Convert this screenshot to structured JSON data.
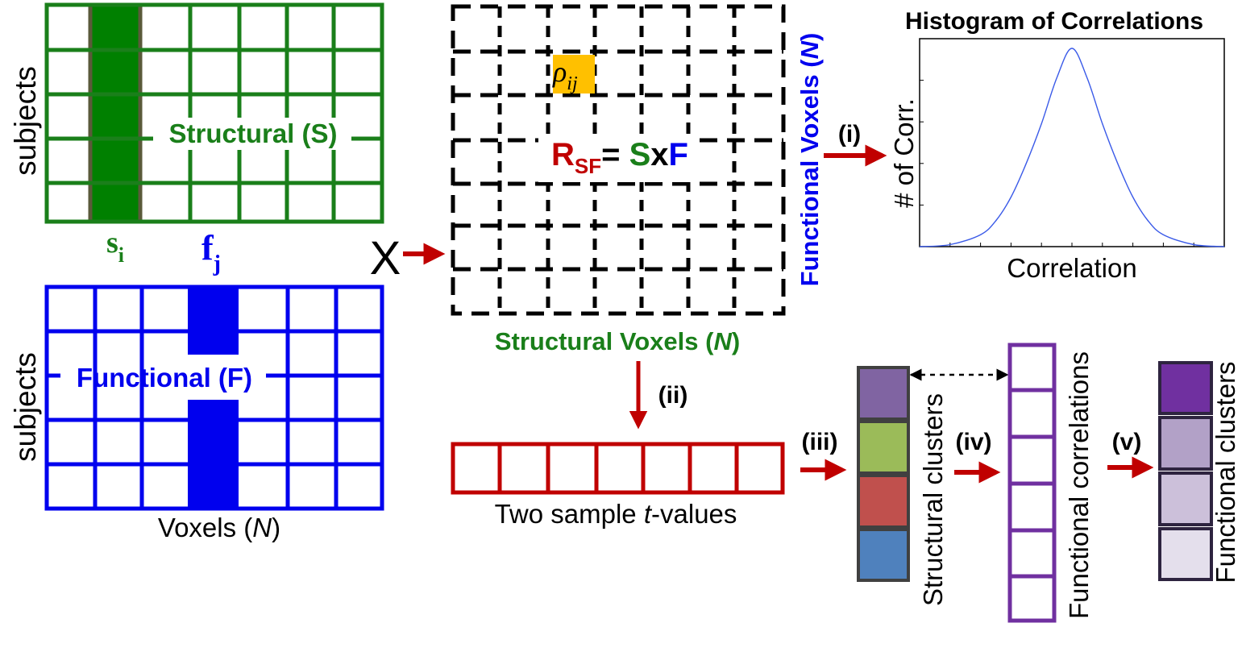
{
  "colors": {
    "structural_green": "#1a7f1a",
    "functional_blue": "#0000ee",
    "arrow_red": "#c00000",
    "rho_highlight": "#ffc000",
    "tvalue_red": "#c00000",
    "purple": "#7030a0",
    "cluster_gray_border": "#404040",
    "struct_clusters": [
      "#8064a2",
      "#9bbb59",
      "#c0504d",
      "#4f81bd"
    ],
    "func_clusters": [
      "#7030a0",
      "#b2a1c7",
      "#ccc0da",
      "#e4dfec"
    ]
  },
  "labels": {
    "subjects_top": "subjects",
    "subjects_bottom": "subjects",
    "structural_matrix": "Structural (S)",
    "functional_matrix": "Functional (F)",
    "s_i_main": "s",
    "s_i_sub": "i",
    "f_j_main": "f",
    "f_j_sub": "j",
    "voxels_prefix": "Voxels (",
    "voxels_n": "N",
    "voxels_suffix": ")",
    "multiply_x": "X",
    "rho_main": "ρ",
    "rho_sub": "ij",
    "eq_R": "R",
    "eq_SF": "SF",
    "eq_equals": "= ",
    "eq_S": "S",
    "eq_x": "x",
    "eq_F": "F",
    "functional_voxels_prefix": "Functional Voxels (",
    "functional_voxels_n": "N",
    "functional_voxels_suffix": ")",
    "structural_voxels_prefix": "Structural Voxels (",
    "structural_voxels_n": "N",
    "structural_voxels_suffix": ")",
    "step_i": "(i)",
    "step_ii": "(ii)",
    "step_iii": "(iii)",
    "step_iv": "(iv)",
    "step_v": "(v)",
    "histogram_title": "Histogram of Correlations",
    "histogram_ylabel": "# of Corr.",
    "histogram_xlabel": "Correlation",
    "tvalues_prefix": "Two sample ",
    "tvalues_t": "t",
    "tvalues_suffix": "-values",
    "structural_clusters": "Structural clusters",
    "functional_correlations": "Functional correlations",
    "functional_clusters": "Functional  clusters"
  },
  "chart_data": {
    "type": "line",
    "title": "Histogram of Correlations",
    "xlabel": "Correlation",
    "ylabel": "# of Corr.",
    "shape": "bell-shaped (approximately normal) curve peaking at center",
    "x": [
      -1.0,
      -0.8,
      -0.6,
      -0.5,
      -0.4,
      -0.3,
      -0.2,
      -0.1,
      0.0,
      0.1,
      0.2,
      0.3,
      0.4,
      0.5,
      0.6,
      0.8,
      1.0
    ],
    "y": [
      0.0,
      0.01,
      0.06,
      0.13,
      0.25,
      0.42,
      0.62,
      0.85,
      1.0,
      0.85,
      0.62,
      0.42,
      0.25,
      0.13,
      0.06,
      0.01,
      0.0
    ],
    "xlim": [
      -1,
      1
    ],
    "ylim": [
      0,
      1
    ]
  }
}
